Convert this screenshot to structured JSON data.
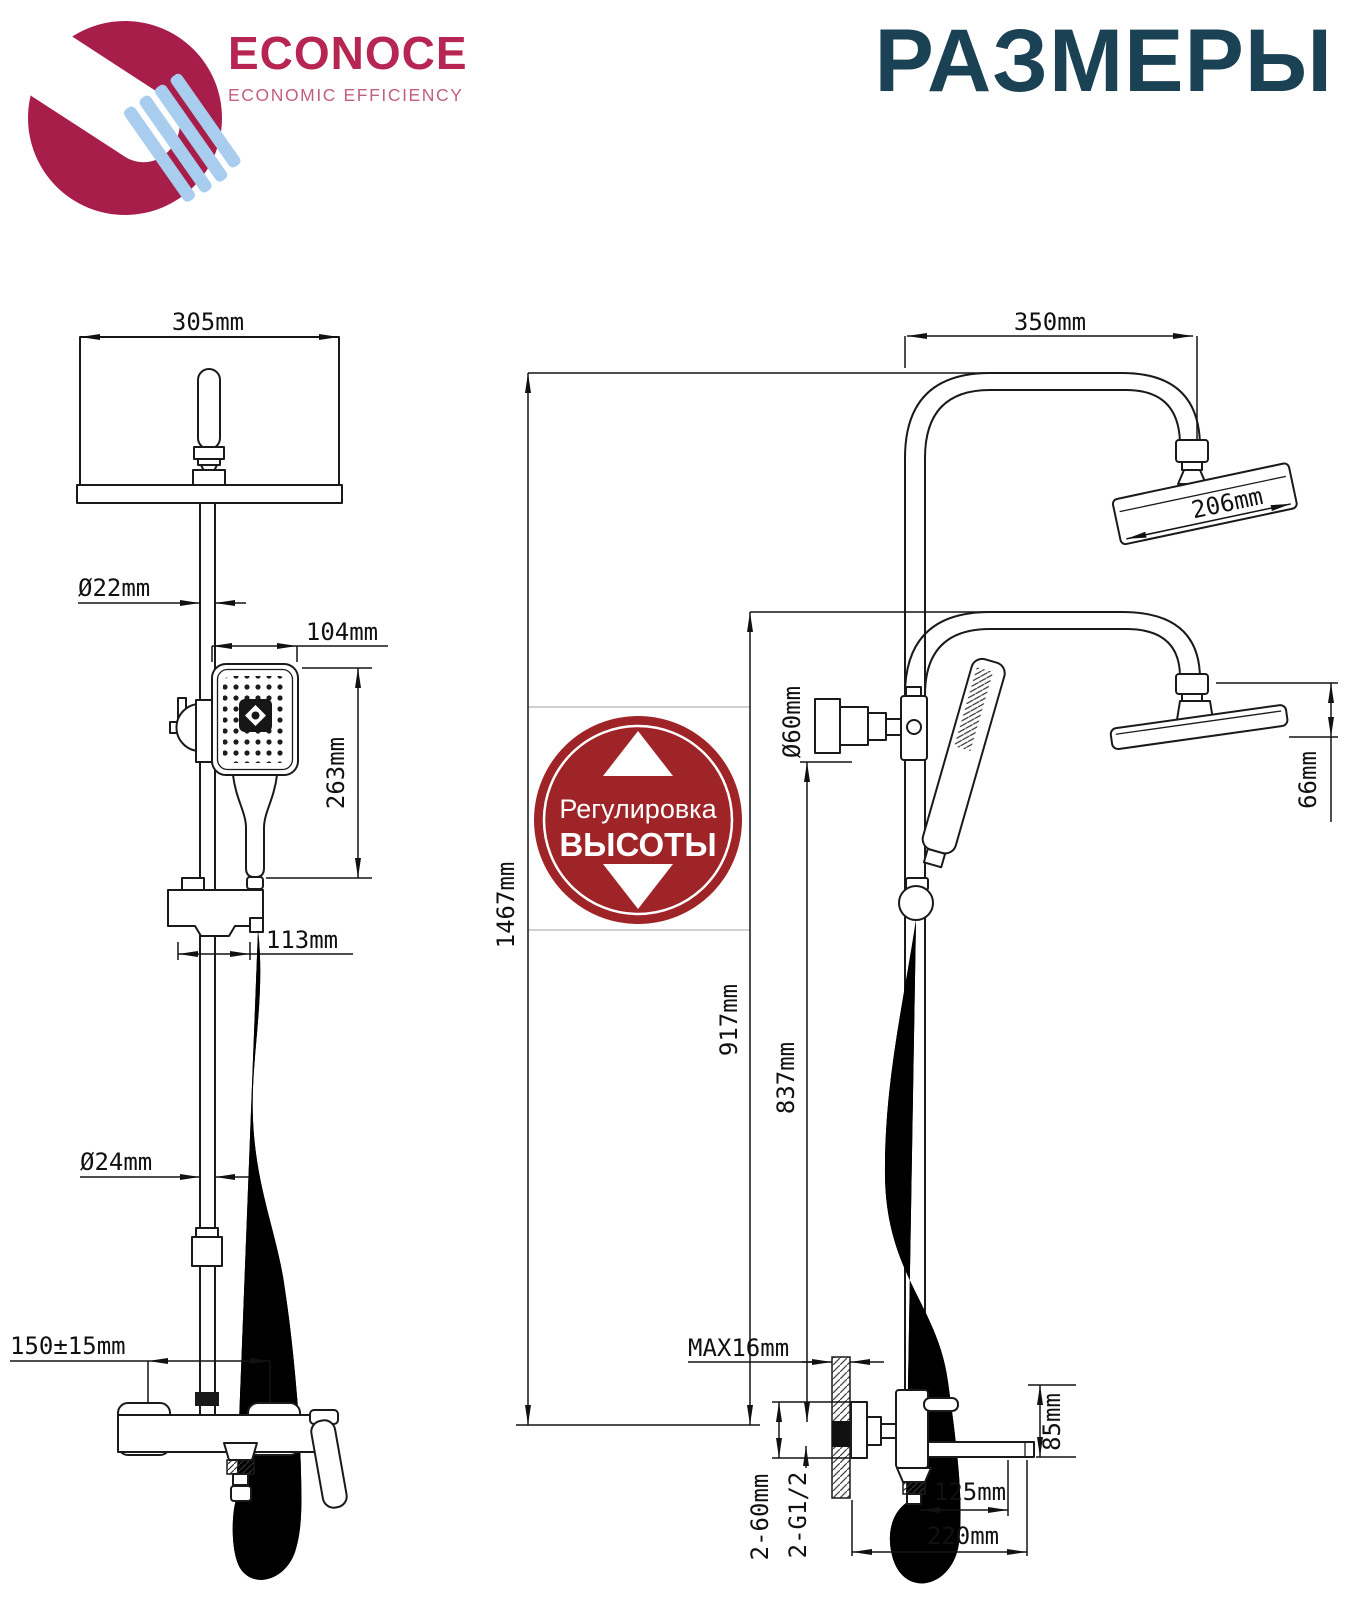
{
  "header": {
    "brand": "ECONOCE",
    "tagline": "ECONOMIC EFFICIENCY",
    "title": "РАЗМЕРЫ",
    "colors": {
      "brand": "#b72553",
      "tagline": "#c2607c",
      "title": "#1b4254",
      "logo_red": "#a81e4b",
      "logo_blue": "#a9cdee"
    }
  },
  "badge": {
    "line1": "Регулировка",
    "line2": "ВЫСОТЫ",
    "bg": "#9e2427",
    "fg": "#ffffff"
  },
  "front_view": {
    "dims": {
      "width_top": "305mm",
      "pipe_upper": "Ø22mm",
      "hand_shower_width": "104mm",
      "hand_shower_height": "263mm",
      "slider_width": "113mm",
      "pipe_lower": "Ø24mm",
      "inlet_spacing": "150±15mm"
    }
  },
  "side_view": {
    "dims": {
      "arm_reach": "350mm",
      "head_width": "206mm",
      "head_drop": "66mm",
      "total_height": "1467mm",
      "height_to_arm": "917mm",
      "height_to_holder": "837mm",
      "connector_dia": "Ø60mm",
      "wall_max": "MAX16mm",
      "inlets": "2-60mm",
      "thread": "2-G1/2",
      "mixer_height": "85mm",
      "spout_reach": "125mm",
      "mixer_depth": "220mm"
    }
  }
}
